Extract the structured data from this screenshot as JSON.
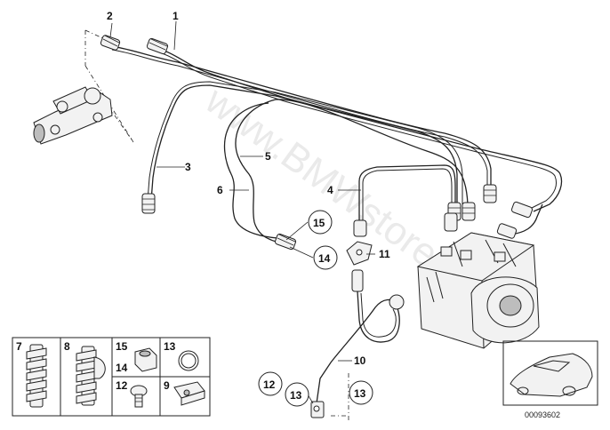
{
  "callouts": {
    "c1": "1",
    "c2": "2",
    "c3": "3",
    "c4": "4",
    "c5": "5",
    "c6": "6",
    "c10": "10",
    "c11": "11",
    "c12": "12",
    "c13a": "13",
    "c13b": "13",
    "c14": "14",
    "c15": "15"
  },
  "legend": {
    "c7": "7",
    "c8": "8",
    "c15": "15",
    "c14": "14",
    "c13": "13",
    "c12": "12",
    "c9": "9"
  },
  "watermark": "www.BMWstore.pl",
  "diagram_code": "00093602"
}
